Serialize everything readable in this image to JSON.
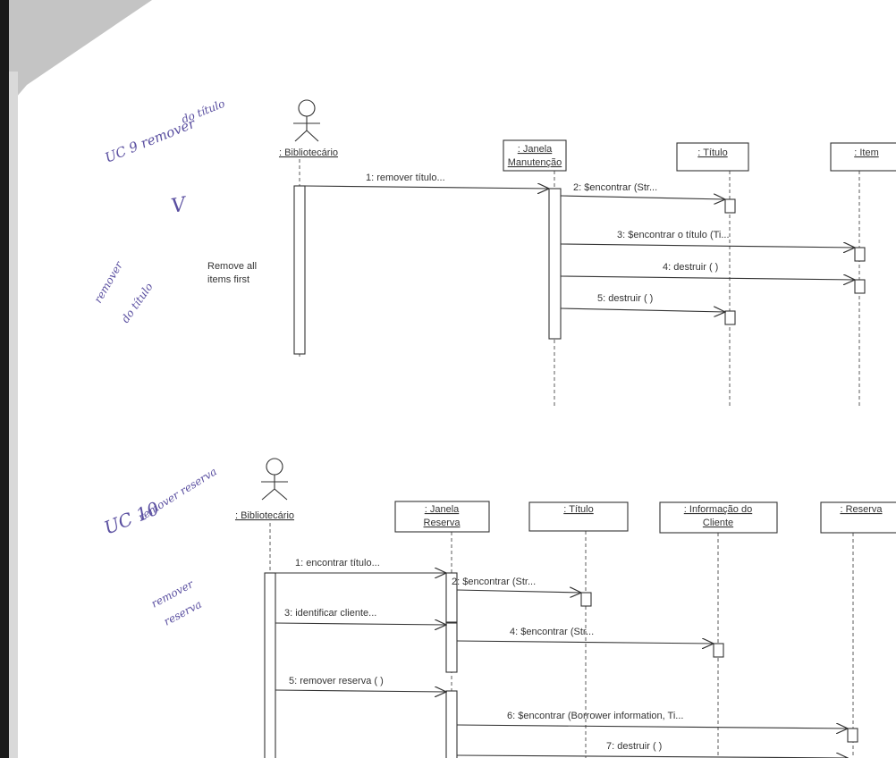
{
  "colors": {
    "ink": "#333333",
    "handwriting": "#5a4fa0",
    "paper": "#ffffff",
    "corner_shadow": "#bfbfbf",
    "edge_shadow": "#1a1a1a"
  },
  "diagram1": {
    "actor_label": ": Bibliotecário",
    "boxes": {
      "janela_line1": ": Janela",
      "janela_line2": "Manutenção",
      "titulo": ": Título",
      "item": ": Item"
    },
    "messages": {
      "m1": "1: remover título...",
      "m2": "2: $encontrar (Str...",
      "m3": "3: $encontrar o título (Ti...",
      "m4": "4: destruir ( )",
      "m5": "5: destruir ( )"
    },
    "note_line1": "Remove all",
    "note_line2": "items first"
  },
  "diagram2": {
    "actor_label": ": Bibliotecário",
    "boxes": {
      "janela_line1": ": Janela",
      "janela_line2": "Reserva",
      "titulo": ": Título",
      "cliente_line1": ": Informação do",
      "cliente_line2": "Cliente",
      "reserva": ": Reserva"
    },
    "messages": {
      "m1": "1: encontrar título...",
      "m2": "2: $encontrar (Str...",
      "m3": "3: identificar cliente...",
      "m4": "4: $encontrar (Str...",
      "m5": "5: remover reserva ( )",
      "m6": "6: $encontrar (Borrower information, Ti...",
      "m7": "7: destruir ( )"
    }
  },
  "handwritten": {
    "uc9_line1": "UC 9 remover",
    "uc9_line2": "do título",
    "check": "V",
    "side1_line1": "remover",
    "side1_line2": "do título",
    "uc10_line1": "UC 10",
    "uc10_line2": "remover reserva",
    "side2_line1": "remover",
    "side2_line2": "reserva"
  }
}
